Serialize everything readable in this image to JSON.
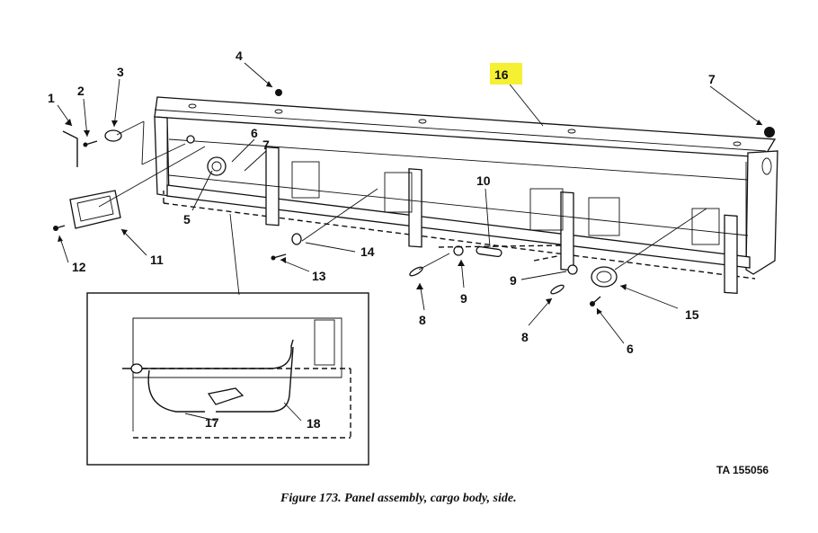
{
  "callouts": {
    "c1": "1",
    "c2": "2",
    "c3": "3",
    "c4": "4",
    "c5": "5",
    "c6a": "6",
    "c6b": "6",
    "c7a": "7",
    "c7b": "7",
    "c8a": "8",
    "c8b": "8",
    "c9a": "9",
    "c9b": "9",
    "c10": "10",
    "c11": "11",
    "c12": "12",
    "c13": "13",
    "c14": "14",
    "c15": "15",
    "c16": "16",
    "c17": "17",
    "c18": "18"
  },
  "highlight_color": "#f5f032",
  "figure_id": "TA 155056",
  "caption": "Figure 173. Panel assembly, cargo body, side."
}
